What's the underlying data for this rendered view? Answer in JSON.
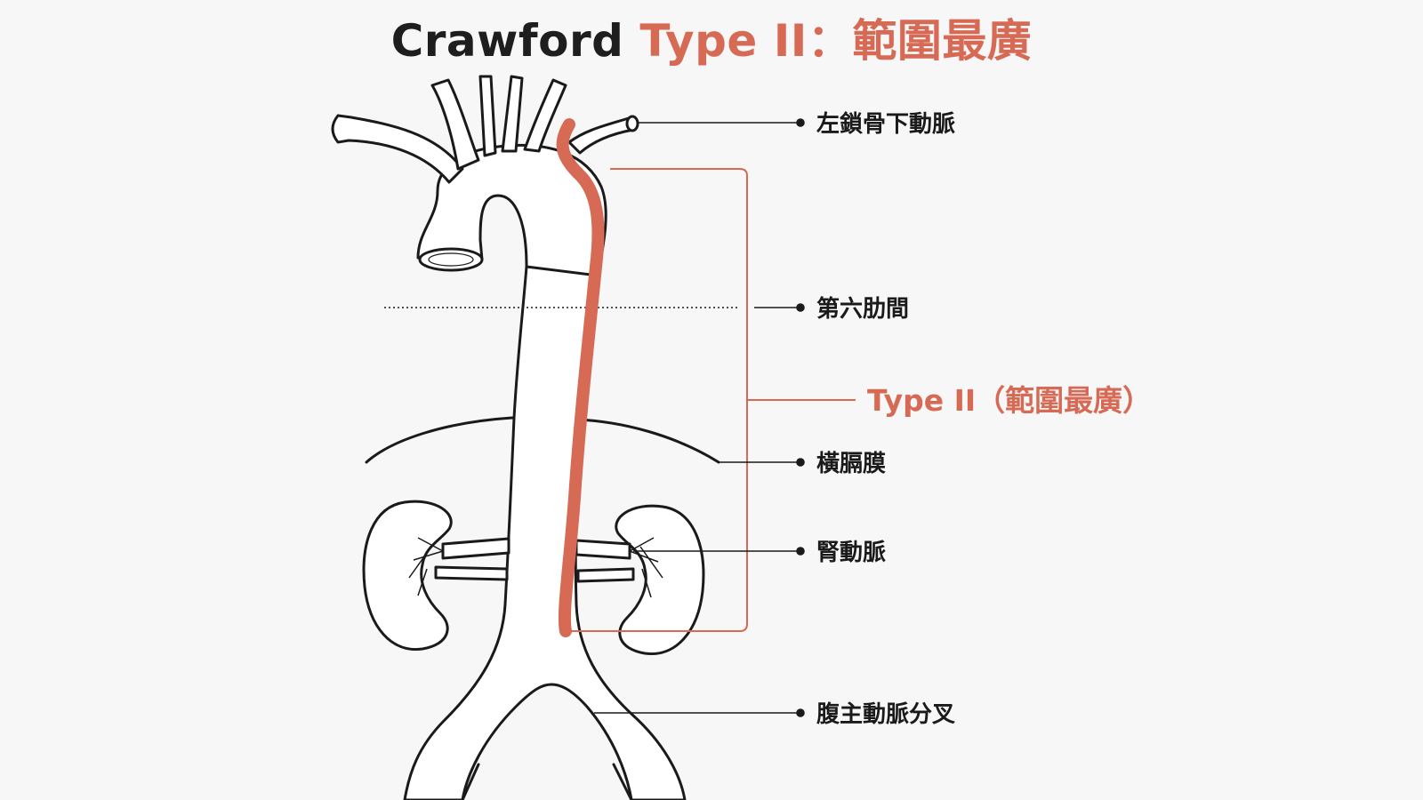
{
  "title": {
    "prefix": "Crawford",
    "type_text": "Type II",
    "separator": "：",
    "suffix": "範圍最廣"
  },
  "labels": {
    "left_subclavian": "左鎖骨下動脈",
    "sixth_intercostal": "第六肋間",
    "type_ii": "Type II（範圍最廣）",
    "diaphragm": "橫膈膜",
    "renal_artery": "腎動脈",
    "aortic_bifurcation": "腹主動脈分叉"
  },
  "colors": {
    "accent": "#d66a55",
    "line": "#1a1a1a",
    "background": "#f7f7f7"
  }
}
